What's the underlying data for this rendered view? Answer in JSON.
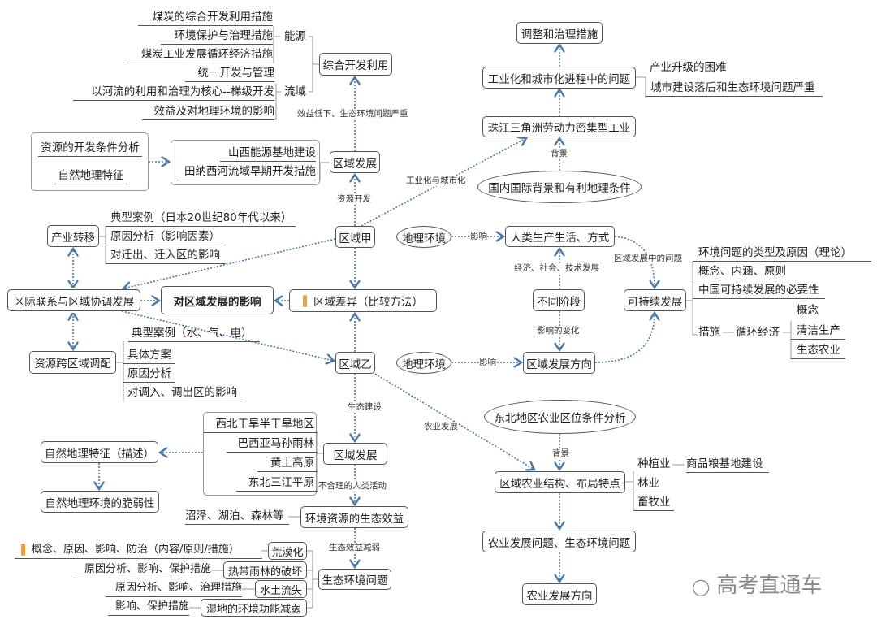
{
  "top_left": {
    "energy": "能源",
    "energy_items": [
      "煤炭的综合开发利用措施",
      "环境保护与治理措施",
      "煤炭工业发展循环经济措施"
    ],
    "basin": "流域",
    "basin_items": [
      "统一开发与管理",
      "以河流的利用和治理为核心--梯级开发",
      "效益及对地理环境的影响"
    ],
    "comprehensive": "综合开发利用",
    "label_low_benefit": "效益低下、生态环境问题严重",
    "resource_conditions": "资源的开发条件分析",
    "natural_features": "自然地理特征",
    "cases": [
      "山西能源基地建设",
      "田纳西河流域早期开发措施"
    ],
    "regional_dev": "区域发展",
    "label_resource_dev": "资源开发",
    "label_industrialization": "工业化与城市化"
  },
  "top_right": {
    "adjust": "调整和治理措施",
    "problems": "工业化和城市化进程中的问题",
    "problem_items": [
      "产业升级的困难",
      "城市建设落后和生态环境问题严重"
    ],
    "prd": "珠江三角洲劳动力密集型工业",
    "label_background": "背景",
    "conditions": "国内国际背景和有利地理条件"
  },
  "middle": {
    "industry_transfer": "产业转移",
    "transfer_items": [
      "典型案例（日本20世纪80年代以来）",
      "原因分析（影响因素）",
      "对迁出、迁入区的影响"
    ],
    "region_a": "区域甲",
    "geo_env_a": "地理环境",
    "label_influence_a": "影响",
    "human_activity": "人类生产生活、方式",
    "interregional": "区际联系与区域协调发展",
    "impact_on_dev": "对区域发展的影响",
    "regional_diff": "区域差异（比较方法）",
    "label_econ": "经济、社会、技术发展",
    "stages": "不同阶段",
    "label_dev_problems": "区域发展中的问题",
    "sustainable": "可持续发展",
    "sustainable_items": [
      "环境问题的类型及原因（理论）",
      "概念、内涵、原则",
      "中国可持续发展的必要性"
    ],
    "measures": "措施",
    "circular": "循环经济",
    "circular_items": [
      "概念",
      "清洁生产",
      "生态农业"
    ],
    "transfer_case": "典型案例（水、气、电）",
    "resource_transfer": "资源跨区域调配",
    "resource_items": [
      "具体方案",
      "原因分析",
      "对调入、调出区的影响"
    ],
    "region_b": "区域乙",
    "geo_env_b": "地理环境",
    "label_influence_b": "影响",
    "dev_direction": "区域发展方向",
    "label_change": "影响的变化"
  },
  "bottom": {
    "label_eco_build": "生态建设",
    "label_agri_dev": "农业发展",
    "ne_conditions": "东北地区农业区位条件分析",
    "label_background": "背景",
    "agri_structure": "区域农业结构、布局特点",
    "planting": "种植业",
    "grain_base": "商品粮基地建设",
    "forestry": "林业",
    "husbandry": "畜牧业",
    "agri_problems": "农业发展问题、生态环境问题",
    "agri_direction": "农业发展方向",
    "region_cases": [
      "西北干旱半干旱地区",
      "巴西亚马孙雨林",
      "黄土高原",
      "东北三江平原"
    ],
    "regional_dev": "区域发展",
    "natural_desc": "自然地理特征（描述）",
    "fragility": "自然地理环境的脆弱性",
    "label_irrational": "不合理的人类活动",
    "eco_examples": "沼泽、湖泊、森林等",
    "eco_benefit": "环境资源的生态效益",
    "label_weaken": "生态效益减弱",
    "eco_problems": "生态环境问题",
    "problems": [
      {
        "name": "荒漠化",
        "detail": "概念、原因、影响、防治（内容/原则/措施）"
      },
      {
        "name": "热带雨林的破坏",
        "detail": "原因分析、影响、保护措施"
      },
      {
        "name": "水土流失",
        "detail": "原因分析、影响、治理措施"
      },
      {
        "name": "湿地的环境功能减弱",
        "detail": "影响、保护措施"
      }
    ]
  },
  "watermark": "高考直通车",
  "colors": {
    "arrow": "#4a78a8",
    "bracket": "#999999",
    "warn": "#e8a33a"
  }
}
